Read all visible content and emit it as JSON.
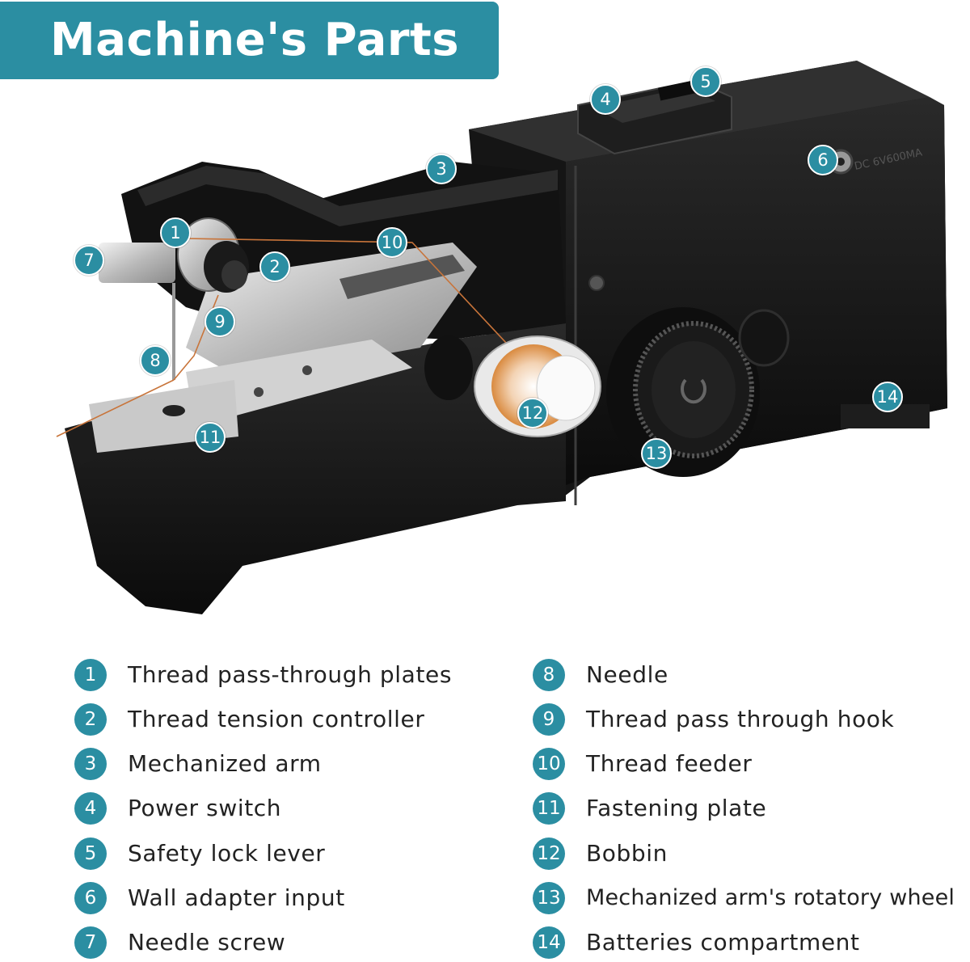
{
  "title": "Machine's Parts",
  "machine_label": "DC 6V600MA",
  "accent_color": "#2b8ea2",
  "parts": [
    {
      "num": "1",
      "label": "Thread pass-through plates"
    },
    {
      "num": "2",
      "label": "Thread tension controller"
    },
    {
      "num": "3",
      "label": "Mechanized arm"
    },
    {
      "num": "4",
      "label": "Power switch"
    },
    {
      "num": "5",
      "label": "Safety lock lever"
    },
    {
      "num": "6",
      "label": "Wall adapter input"
    },
    {
      "num": "7",
      "label": "Needle screw"
    },
    {
      "num": "8",
      "label": "Needle"
    },
    {
      "num": "9",
      "label": "Thread pass through hook"
    },
    {
      "num": "10",
      "label": "Thread feeder"
    },
    {
      "num": "11",
      "label": "Fastening plate"
    },
    {
      "num": "12",
      "label": "Bobbin"
    },
    {
      "num": "13",
      "label": "Mechanized arm's rotatory wheel"
    },
    {
      "num": "14",
      "label": "Batteries compartment"
    }
  ]
}
